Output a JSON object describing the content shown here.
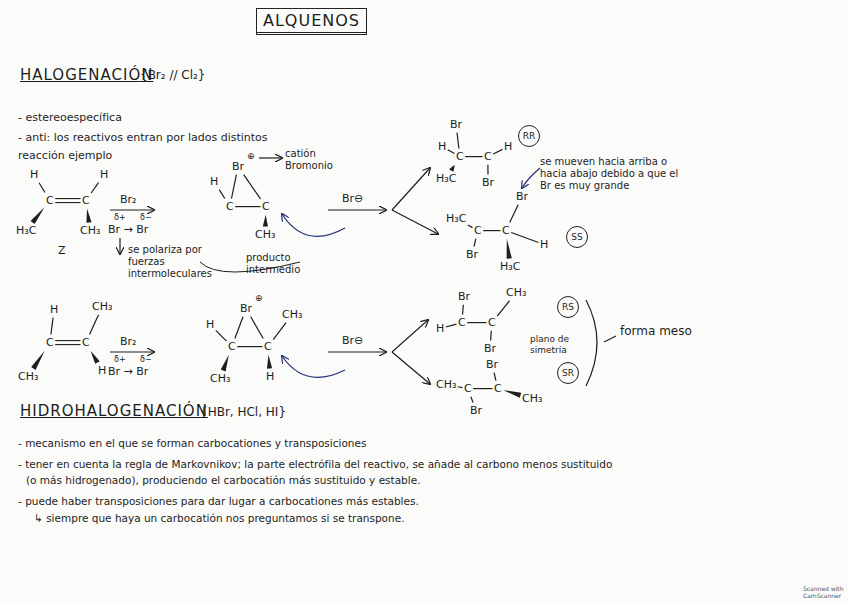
{
  "diagram": {
    "title": "ALQUENOS",
    "nodes": [
      {
        "text": [
          "RR"
        ]
      },
      {
        "text": [
          "SS"
        ]
      },
      {
        "text": [
          "RS"
        ]
      },
      {
        "text": [
          "SR"
        ]
      }
    ],
    "labels": [
      "HALOGENACIÓN",
      "{Br₂ // Cl₂}",
      "- estereoespecífica",
      "- anti: los reactivos entran por lados distintos",
      "reacción ejemplo",
      "H",
      "H",
      "C",
      "C",
      "H₃C",
      "CH₃",
      "Z",
      "Br₂",
      "δ+",
      "δ−",
      "Br → Br",
      "se polariza por fuerzas intermoleculares",
      "H",
      "Br",
      "⊕",
      "catión Bromonio",
      "C",
      "C",
      "CH₃",
      "producto intermedio",
      "Br⊖",
      "Br",
      "H",
      "C",
      "C",
      "H₃C",
      "Br",
      "H",
      "se mueven hacia arriba o hacia abajo debido a que el Br es muy grande",
      "Br",
      "H₃C",
      "C",
      "C",
      "H",
      "Br",
      "H₃C",
      "H",
      "CH₃",
      "C",
      "C",
      "CH₃",
      "H",
      "Br₂",
      "δ+",
      "δ−",
      "Br → Br",
      "H",
      "Br",
      "⊕",
      "CH₃",
      "C",
      "C",
      "CH₃",
      "H",
      "Br⊖",
      "Br",
      "CH₃",
      "H",
      "C",
      "C",
      "Br",
      "plano de simetría",
      "forma meso",
      "Br",
      "CH₃",
      "C",
      "C",
      "CH₃",
      "Br",
      "HIDROHALOGENACIÓN",
      "{HBr, HCl, HI}",
      "- mecanismo en el que se forman carbocationes y transposiciones",
      "- tener en cuenta la regla de Markovnikov; la parte electrófila del reactivo, se añade al carbono menos sustituido",
      "(o más hidrogenado), produciendo el carbocatión más sustituido y estable.",
      "- puede haber transposiciones para dar lugar a carbocationes más estables.",
      "↳ siempre que haya un carbocatión nos preguntamos si se transpone.",
      "Scanned with CamScanner"
    ]
  }
}
